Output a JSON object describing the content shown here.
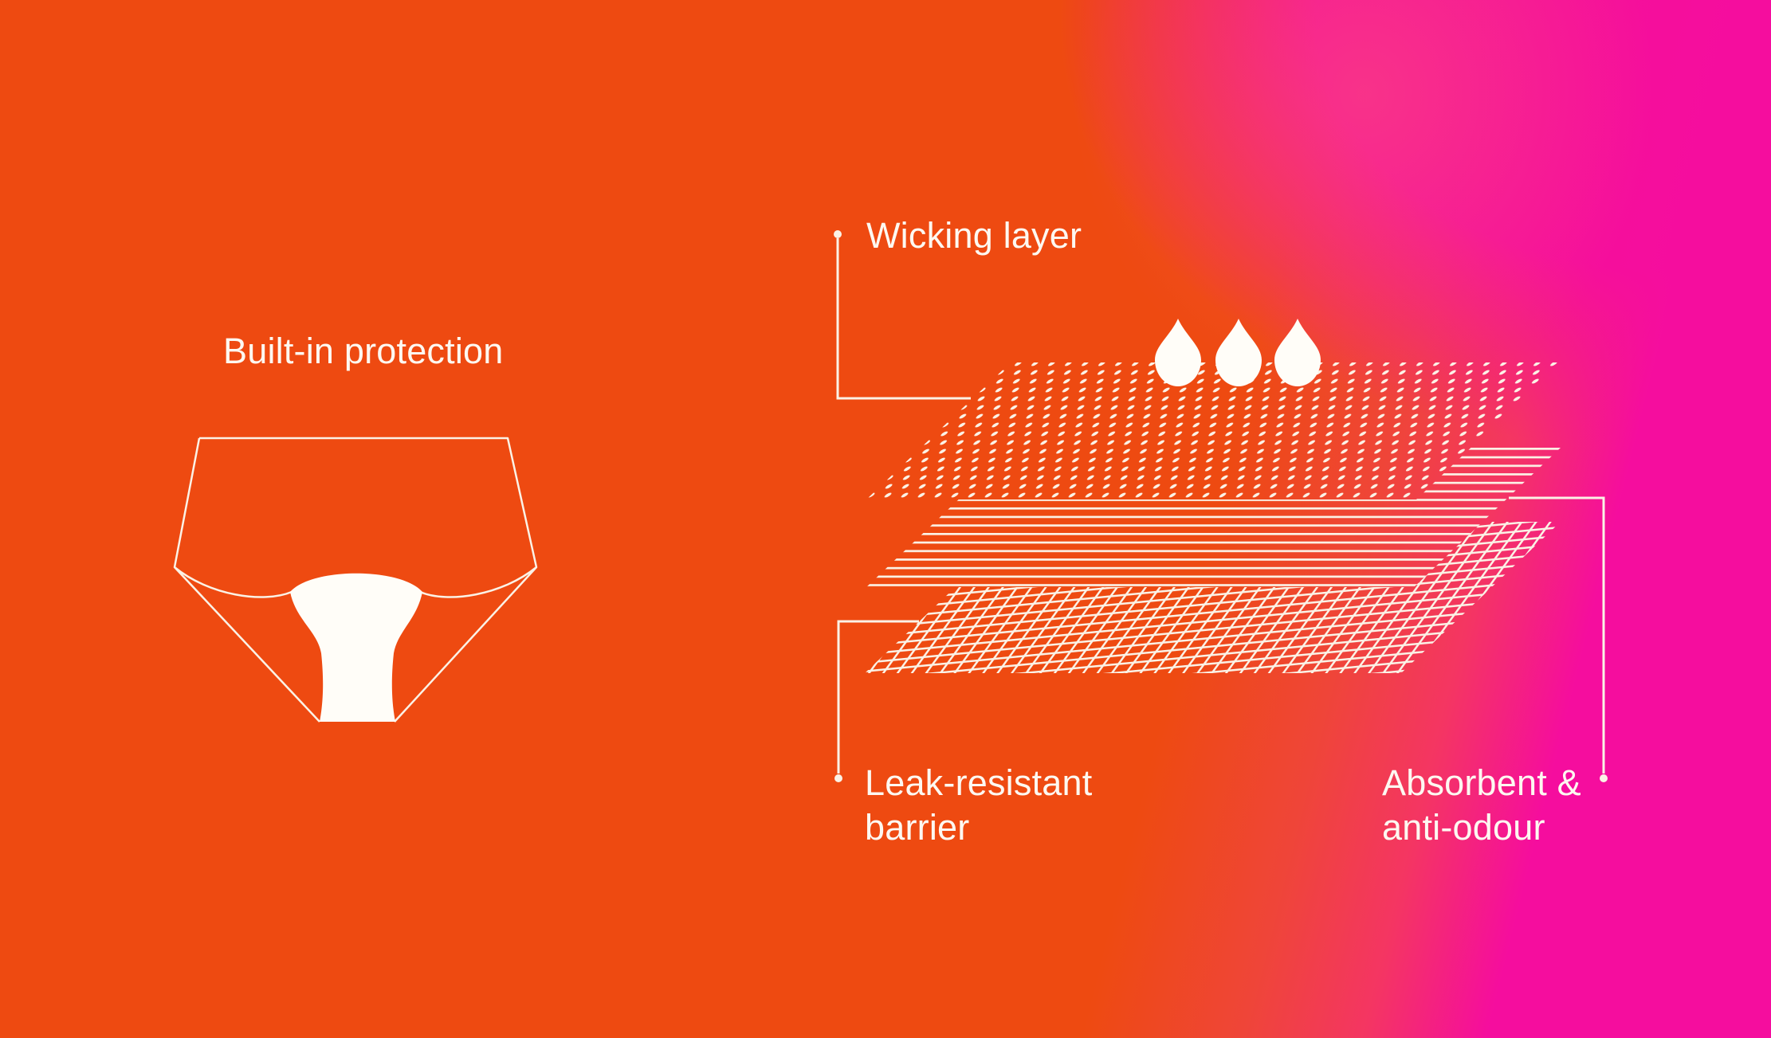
{
  "hero": {
    "headline": "Built-in protection"
  },
  "diagram": {
    "labels": {
      "wicking": {
        "text": "Wicking layer"
      },
      "leak": {
        "line1": "Leak-resistant",
        "line2": "barrier"
      },
      "absorbent": {
        "line1": "Absorbent &",
        "line2": "anti-odour"
      }
    },
    "layers": [
      {
        "name": "Wicking layer",
        "pattern": "dots"
      },
      {
        "name": "Absorbent & anti-odour",
        "pattern": "horizontal-lines"
      },
      {
        "name": "Leak-resistant barrier",
        "pattern": "crosshatch"
      }
    ],
    "droplet_count": 3
  },
  "colors": {
    "background_orange": "#ee4a11",
    "background_pink": "#f50d9e",
    "transition_coral": "#f43563",
    "artwork_white": "#fbf2e6",
    "text_white": "#fdf8f1",
    "droplet_white": "#fffdf8"
  }
}
